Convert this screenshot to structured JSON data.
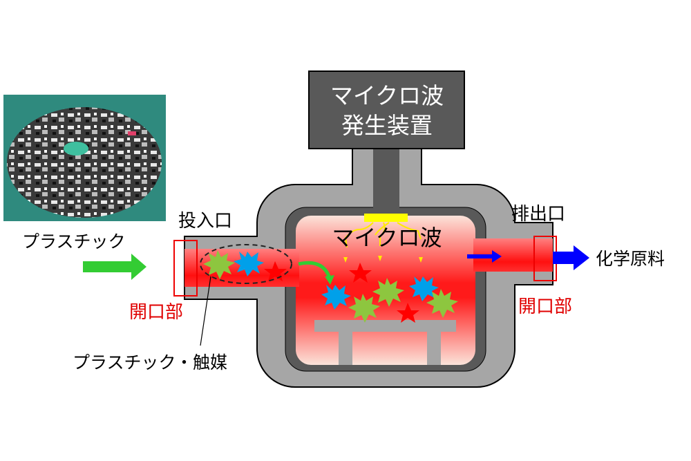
{
  "generator": {
    "line1": "マイクロ波",
    "line2": "発生装置"
  },
  "chamber_label": "マイクロ波",
  "inlet_label": "投入口",
  "outlet_label": "排出口",
  "opening_left": "開口部",
  "opening_right": "開口部",
  "input_label": "プラスチック",
  "mixture_label": "プラスチック・触媒",
  "product_label": "化学原料",
  "colors": {
    "housing": "#a6a6a6",
    "wall": "#595959",
    "heat": "#ff0000",
    "plastic": "#8dc63f",
    "catalyst": "#00a0e9",
    "star": "#ff0000",
    "microwave": "#ffff00",
    "arrow_in": "#33cc33",
    "arrow_out": "#0000ff"
  }
}
